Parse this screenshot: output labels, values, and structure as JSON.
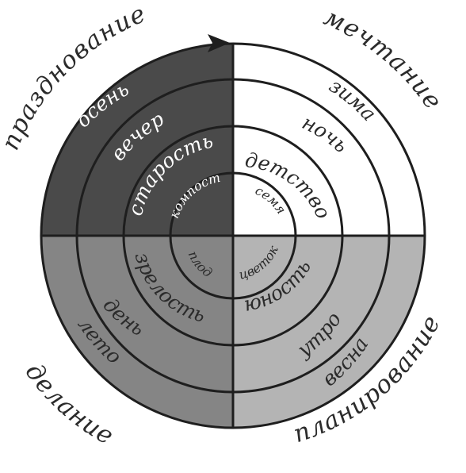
{
  "colors": {
    "top_left_fill": "#4a4a4a",
    "top_right_fill": "#ffffff",
    "bottom_left_fill": "#858585",
    "bottom_right_fill": "#b4b4b4",
    "line_color": "#1e1e1e",
    "dark_text": "#2b2b2b",
    "light_text": "#ffffff"
  },
  "arrow": {
    "icon": "arrow-right-icon"
  },
  "outer_labels": {
    "top_left": "празднование",
    "top_right": "мечтание",
    "bottom_left": "делание",
    "bottom_right": "планирование"
  },
  "seasons": {
    "top_left": "осень",
    "top_right": "зима",
    "bottom_left": "лето",
    "bottom_right": "весна"
  },
  "times_of_day": {
    "top_left": "вечер",
    "top_right": "ночь",
    "bottom_left": "день",
    "bottom_right": "утро"
  },
  "life_stages": {
    "top_left": "старость",
    "top_right": "детство",
    "bottom_left": "зрелость",
    "bottom_right": "юность"
  },
  "plant_stages": {
    "top_left": "компост",
    "top_right": "семя",
    "bottom_left": "плод",
    "bottom_right": "цветок"
  }
}
